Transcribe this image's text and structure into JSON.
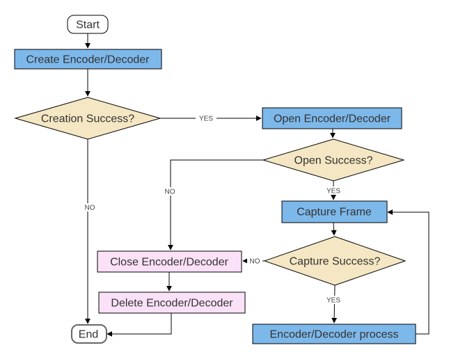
{
  "diagram": {
    "type": "flowchart",
    "nodes": {
      "start": {
        "label": "Start",
        "kind": "terminator"
      },
      "create": {
        "label": "Create Encoder/Decoder",
        "kind": "process"
      },
      "creation_success": {
        "label": "Creation Success?",
        "kind": "decision"
      },
      "open": {
        "label": "Open Encoder/Decoder",
        "kind": "process"
      },
      "open_success": {
        "label": "Open Success?",
        "kind": "decision"
      },
      "capture_frame": {
        "label": "Capture Frame",
        "kind": "process"
      },
      "capture_success": {
        "label": "Capture Success?",
        "kind": "decision"
      },
      "close": {
        "label": "Close Encoder/Decoder",
        "kind": "cleanup"
      },
      "delete": {
        "label": "Delete Encoder/Decoder",
        "kind": "cleanup"
      },
      "process": {
        "label": "Encoder/Decoder process",
        "kind": "process"
      },
      "end": {
        "label": "End",
        "kind": "terminator"
      }
    },
    "edge_labels": {
      "creation_yes": "YES",
      "creation_no": "NO",
      "open_yes": "YES",
      "open_no": "NO",
      "capture_yes": "YES",
      "capture_no": "NO"
    },
    "colors": {
      "process_fill": "#7DB8EA",
      "decision_fill": "#F5E7C3",
      "cleanup_fill": "#FAE1F8",
      "terminal_fill": "#FFFFFF",
      "line": "#000000",
      "end_border": "#666666",
      "background": "#FFFFFF"
    }
  }
}
